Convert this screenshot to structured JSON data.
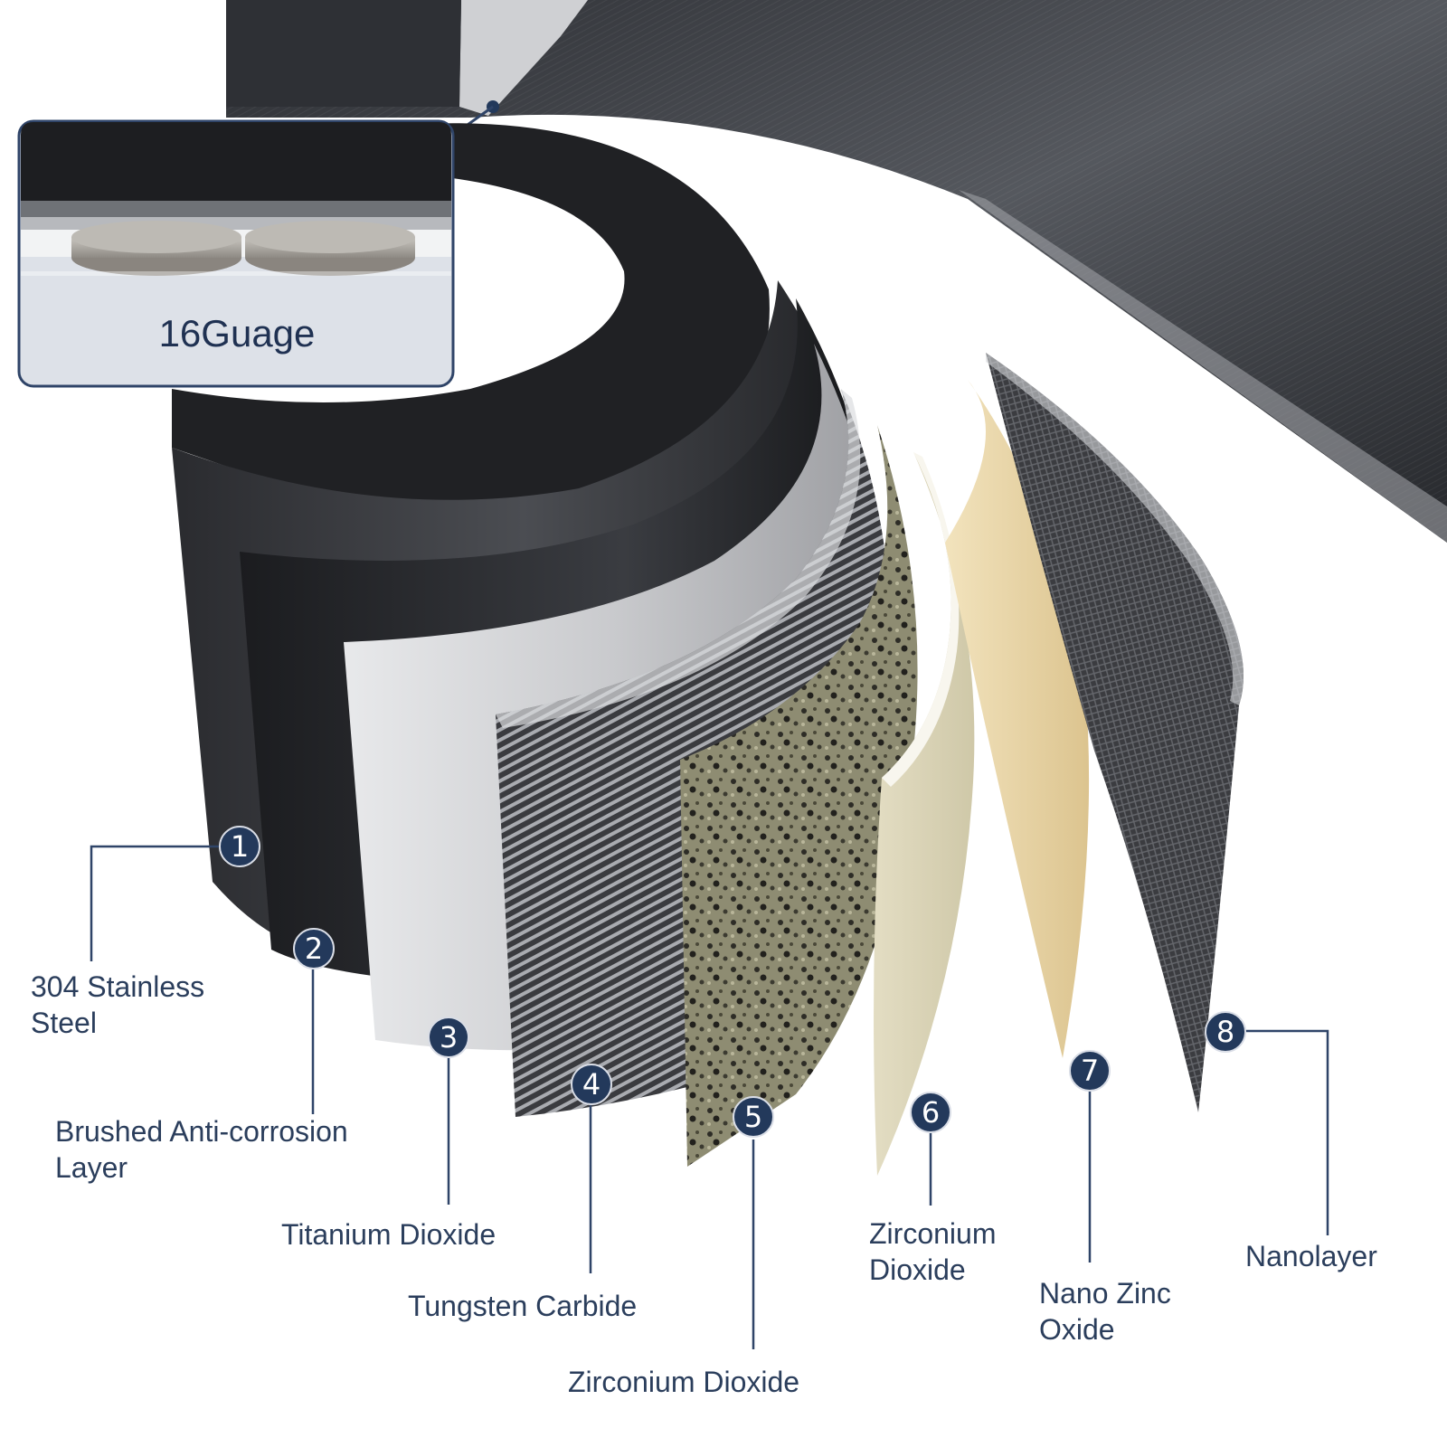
{
  "inset": {
    "label": "16Guage"
  },
  "layers": [
    {
      "number": "1",
      "name_lines": [
        "304 Stainless",
        "Steel"
      ]
    },
    {
      "number": "2",
      "name_lines": [
        "Brushed Anti-corrosion",
        "Layer"
      ]
    },
    {
      "number": "3",
      "name_lines": [
        "Titanium Dioxide"
      ]
    },
    {
      "number": "4",
      "name_lines": [
        "Tungsten Carbide"
      ]
    },
    {
      "number": "5",
      "name_lines": [
        "Zirconium Dioxide"
      ]
    },
    {
      "number": "6",
      "name_lines": [
        "Zirconium",
        "Dioxide"
      ]
    },
    {
      "number": "7",
      "name_lines": [
        "Nano Zinc",
        "Oxide"
      ]
    },
    {
      "number": "8",
      "name_lines": [
        "Nanolayer"
      ]
    }
  ],
  "colors": {
    "accent": "#23395b",
    "label_text": "#2b3e5c",
    "leader_line": "#2f4468"
  }
}
